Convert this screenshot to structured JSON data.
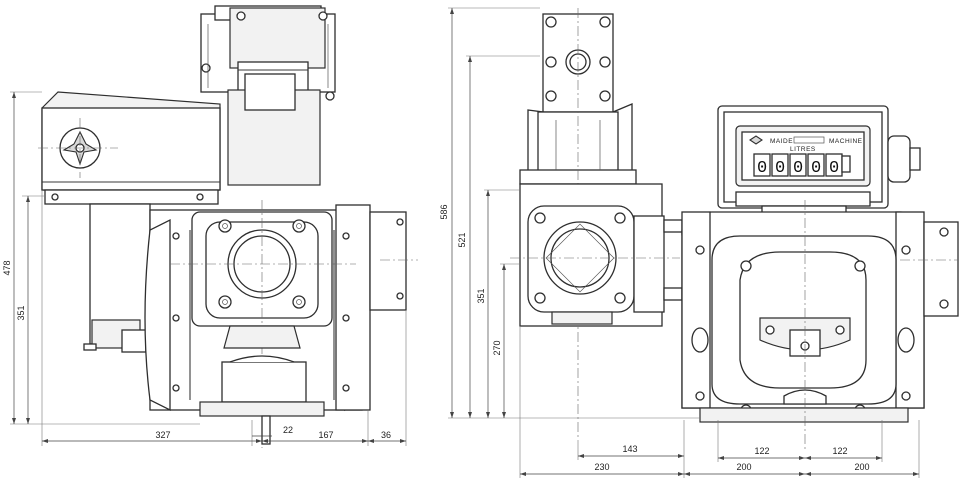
{
  "dimensions": {
    "side_height_478": "478",
    "side_height_351": "351",
    "side_width_327": "327",
    "side_width_22": "22",
    "side_width_167": "167",
    "side_width_36": "36",
    "front_height_586": "586",
    "front_height_521": "521",
    "front_height_351": "351",
    "front_height_270": "270",
    "front_width_143": "143",
    "front_width_122_left": "122",
    "front_width_122_right": "122",
    "front_width_230": "230",
    "front_width_200_left": "200",
    "front_width_200_right": "200"
  },
  "register": {
    "brand_left": "MAIDE",
    "brand_right": "MACHINE",
    "unit": "LITRES",
    "digits": [
      "0",
      "0",
      "0",
      "0",
      "0"
    ]
  },
  "colors": {
    "line": "#2e2e2e",
    "background": "#ffffff"
  }
}
